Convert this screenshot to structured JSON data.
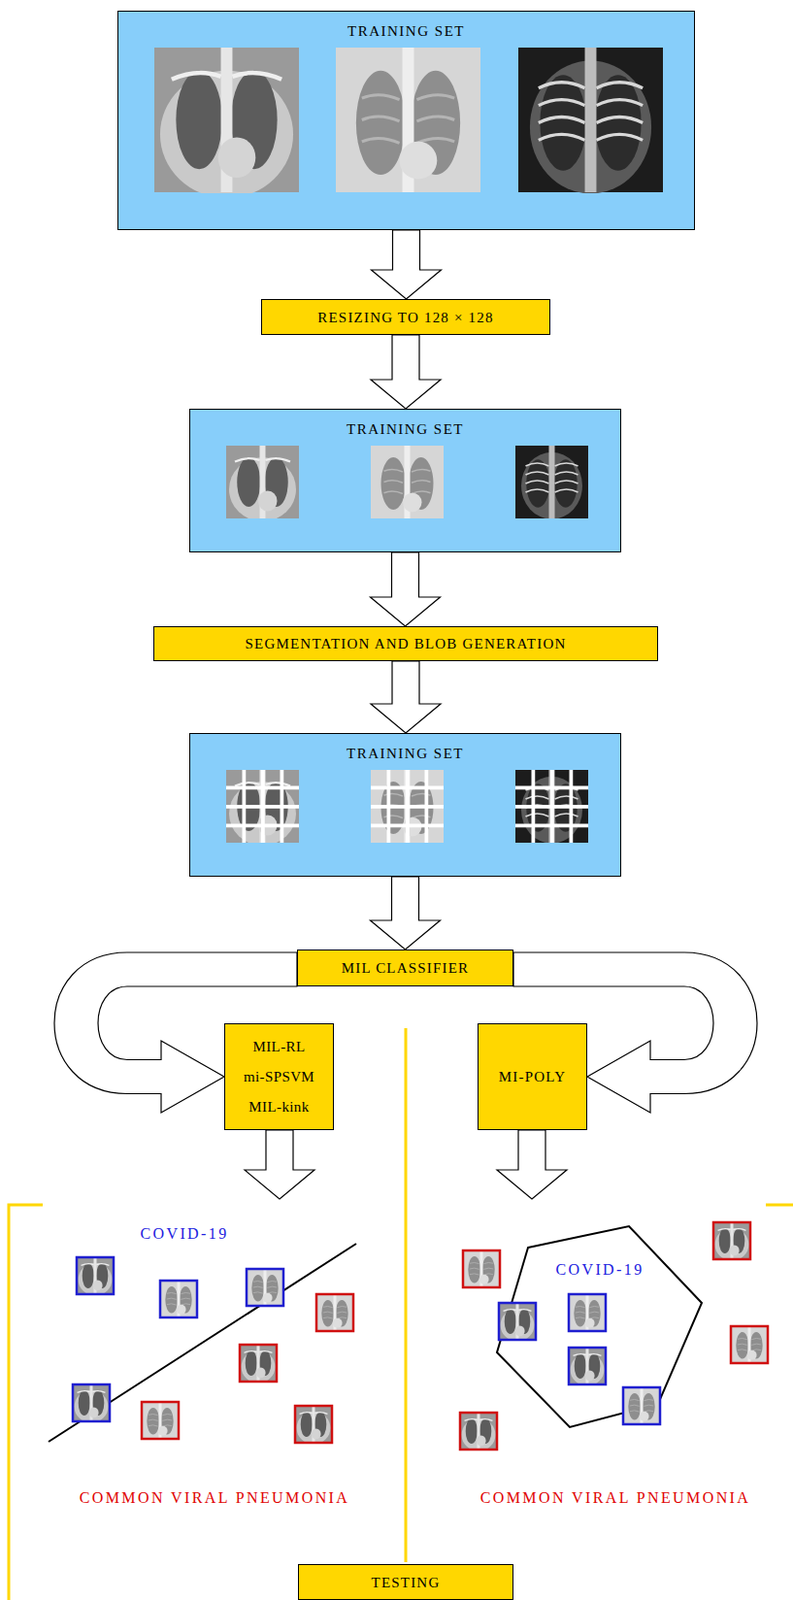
{
  "diagram": {
    "nodes": [
      {
        "text": [
          "TRAINING SET"
        ]
      },
      {
        "text": [
          "RESIZING TO 128 × 128"
        ]
      },
      {
        "text": [
          "TRAINING SET"
        ]
      },
      {
        "text": [
          "SEGMENTATION AND BLOB GENERATION"
        ]
      },
      {
        "text": [
          "TRAINING SET"
        ]
      },
      {
        "text": [
          "MIL CLASSIFIER"
        ]
      },
      {
        "text": [
          "MIL-RL",
          "mi-SPSVM",
          "MIL-kink"
        ]
      },
      {
        "text": [
          "MI-POLY"
        ]
      },
      {
        "text": [
          "TESTING"
        ]
      }
    ],
    "edges": [
      {
        "from": 0,
        "to": 1,
        "arrow": "to"
      },
      {
        "from": 1,
        "to": 2,
        "arrow": "to"
      },
      {
        "from": 2,
        "to": 3,
        "arrow": "to"
      },
      {
        "from": 3,
        "to": 4,
        "arrow": "to"
      },
      {
        "from": 4,
        "to": 5,
        "arrow": "to"
      },
      {
        "from": 5,
        "to": 6,
        "arrow": "to"
      },
      {
        "from": 5,
        "to": 7,
        "arrow": "to"
      }
    ],
    "labels": [
      "COVID-19",
      "COMMON VIRAL PNEUMONIA",
      "COVID-19",
      "COMMON VIRAL PNEUMONIA"
    ]
  }
}
